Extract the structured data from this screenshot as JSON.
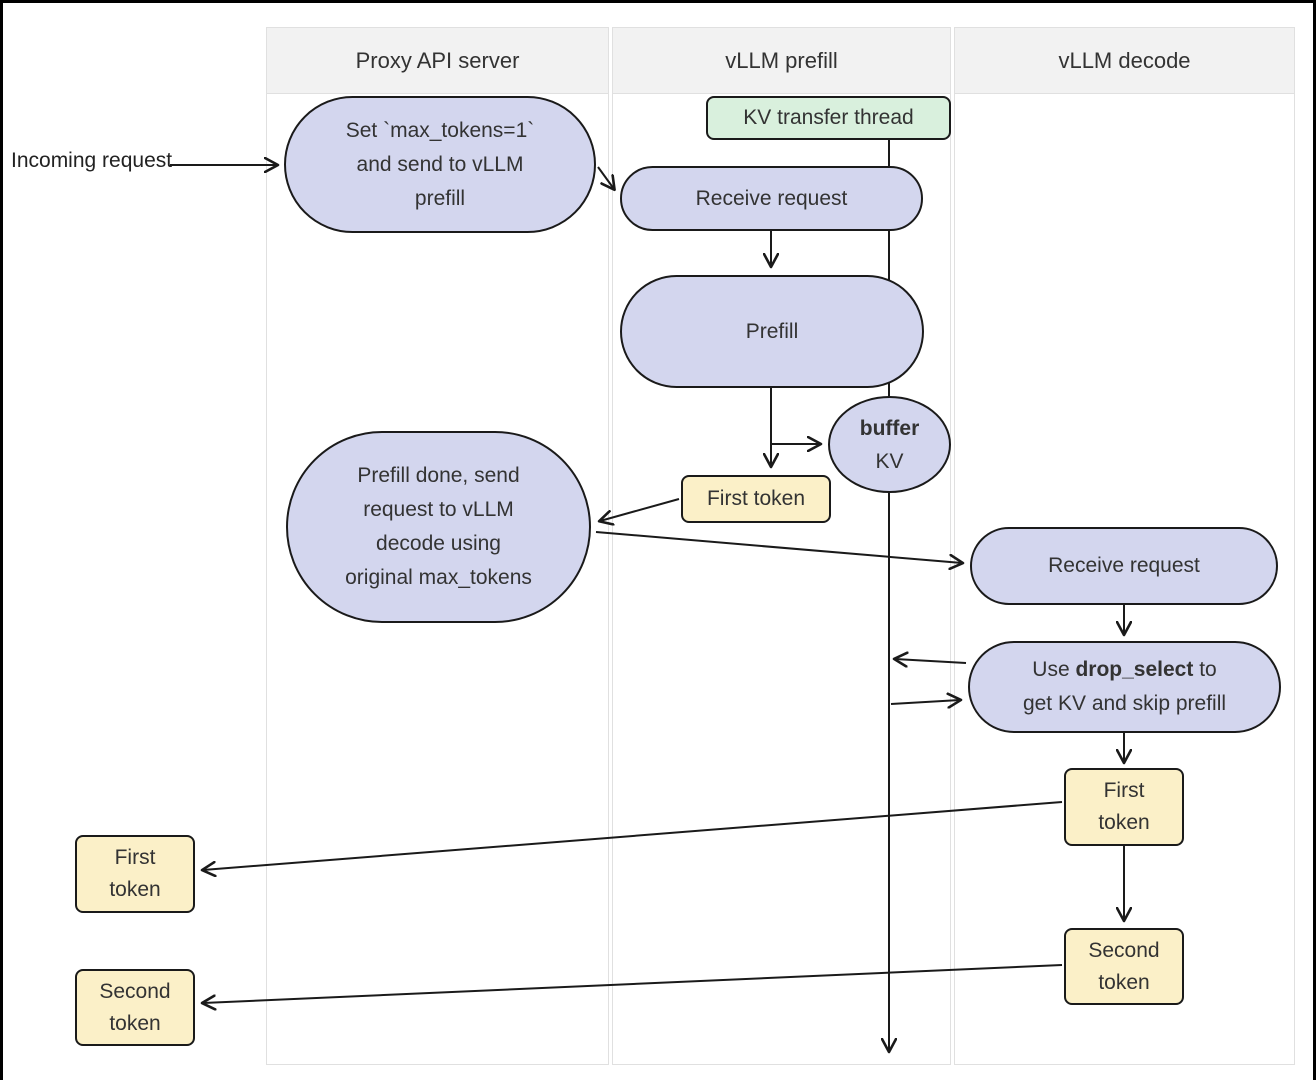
{
  "diagram": {
    "incoming_label": "Incoming request",
    "columns": [
      {
        "id": "proxy",
        "label": "Proxy API server"
      },
      {
        "id": "prefill",
        "label": "vLLM prefill"
      },
      {
        "id": "decode",
        "label": "vLLM decode"
      }
    ],
    "nodes": {
      "set_max_tokens": {
        "text": "Set `max_tokens=1` and send to vLLM prefill"
      },
      "kv_transfer_thread": {
        "text": "KV transfer thread"
      },
      "receive_request_prefill": {
        "text": "Receive request"
      },
      "prefill": {
        "text": "Prefill"
      },
      "buffer_kv": {
        "bold_line": "buffer",
        "line2": "KV"
      },
      "first_token_prefill": {
        "text": "First token"
      },
      "prefill_done": {
        "text": "Prefill done, send request to vLLM decode using original max_tokens"
      },
      "receive_request_decode": {
        "text": "Receive request"
      },
      "drop_select": {
        "pre": "Use ",
        "keyword": "drop_select",
        "post": " to get KV and skip prefill"
      },
      "first_token_decode": {
        "line1": "First",
        "line2": "token"
      },
      "second_token_decode": {
        "line1": "Second",
        "line2": "token"
      },
      "first_token_left": {
        "line1": "First",
        "line2": "token"
      },
      "second_token_left": {
        "line1": "Second",
        "line2": "token"
      }
    },
    "colors": {
      "node_fill": "#d3d6ee",
      "node_border": "#1a1a1a",
      "green_fill": "#d9f0dd",
      "yellow_fill": "#fbf0c8",
      "header_bg": "#f2f2f2",
      "column_border": "#e0e0e0",
      "arrow": "#1a1a1a",
      "text": "#333333"
    }
  }
}
